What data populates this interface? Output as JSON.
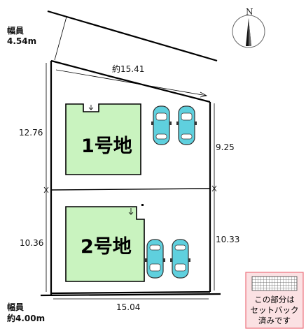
{
  "compass": {
    "north_label": "N"
  },
  "road_top": {
    "line1": "幅員",
    "line2": "4.54m"
  },
  "road_bottom": {
    "line1": "幅員",
    "line2": "約4.00m"
  },
  "dimensions": {
    "top_edge": "約15.41",
    "left_upper": "12.76",
    "left_lower": "10.36",
    "right_upper": "9.25",
    "right_lower": "10.33",
    "bottom_edge": "15.04"
  },
  "lots": [
    {
      "label": "1号地"
    },
    {
      "label": "2号地"
    }
  ],
  "legend": {
    "line1": "この部分は",
    "line2": "セットバック",
    "line3": "済みです"
  },
  "colors": {
    "building_fill": "#c9f3bf",
    "car_fill": "#5fd0de",
    "legend_fill": "#fbe1e3",
    "legend_border": "#ee7b86",
    "line": "#000000"
  }
}
